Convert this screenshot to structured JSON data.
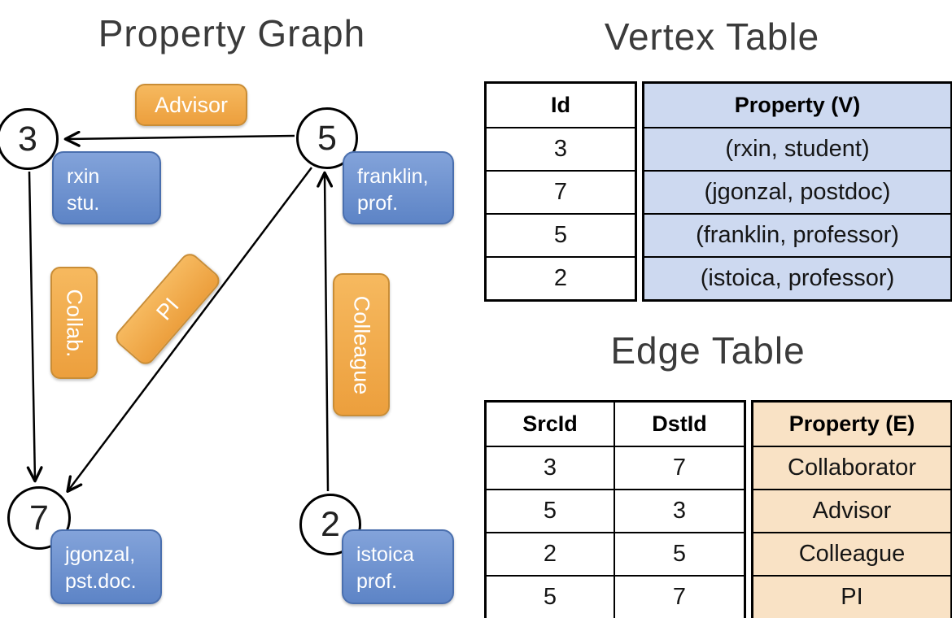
{
  "titles": {
    "graph": "Property Graph",
    "vertex_table": "Vertex Table",
    "edge_table": "Edge Table"
  },
  "colors": {
    "blue_box": "#6b91d0",
    "orange_box": "#f0a848",
    "vertex_property_cell_bg": "#cdd9f0",
    "edge_property_cell_bg": "#f9e2c5",
    "table_border": "#000000"
  },
  "graph": {
    "nodes": {
      "n3": "3",
      "n5": "5",
      "n7": "7",
      "n2": "2"
    },
    "vertex_boxes": {
      "rxin": {
        "line1": "rxin",
        "line2": "stu."
      },
      "franklin": {
        "line1": "franklin,",
        "line2": "prof."
      },
      "jgonzal": {
        "line1": "jgonzal,",
        "line2": "pst.doc."
      },
      "istoica": {
        "line1": "istoica",
        "line2": "prof."
      }
    },
    "edge_labels": {
      "advisor": "Advisor",
      "collab": "Collab.",
      "pi": "PI",
      "colleague": "Colleague"
    }
  },
  "vertex_table": {
    "col_id": "Id",
    "col_property": "Property (V)",
    "rows": [
      {
        "id": "3",
        "property": "(rxin, student)"
      },
      {
        "id": "7",
        "property": "(jgonzal, postdoc)"
      },
      {
        "id": "5",
        "property": "(franklin, professor)"
      },
      {
        "id": "2",
        "property": "(istoica, professor)"
      }
    ]
  },
  "edge_table": {
    "col_src": "SrcId",
    "col_dst": "DstId",
    "col_property": "Property (E)",
    "rows": [
      {
        "src": "3",
        "dst": "7",
        "property": "Collaborator"
      },
      {
        "src": "5",
        "dst": "3",
        "property": "Advisor"
      },
      {
        "src": "2",
        "dst": "5",
        "property": "Colleague"
      },
      {
        "src": "5",
        "dst": "7",
        "property": "PI"
      }
    ]
  }
}
